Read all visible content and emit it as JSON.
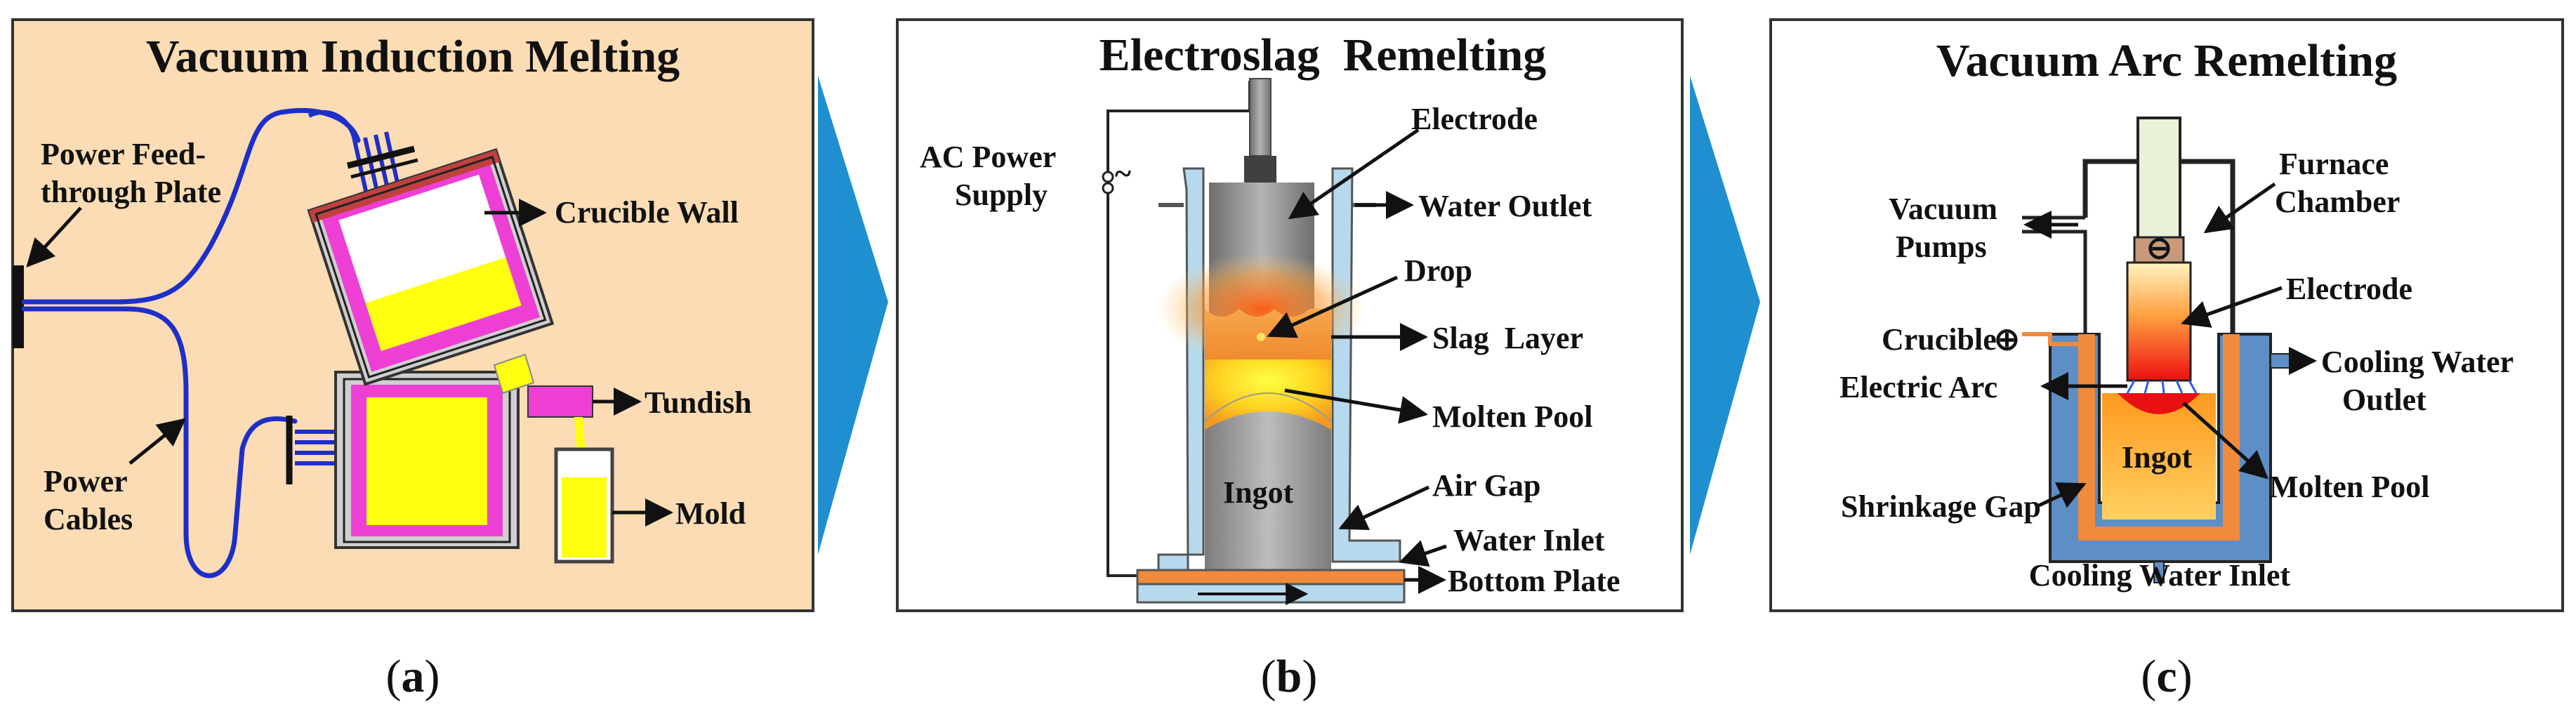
{
  "panels": {
    "a": {
      "title": "Vacuum Induction Melting",
      "caption_letter": "a",
      "labels": {
        "power_feed_1": "Power Feed-",
        "power_feed_2": "through Plate",
        "crucible_wall": "Crucible Wall",
        "tundish": "Tundish",
        "power_cables_1": "Power",
        "power_cables_2": "Cables",
        "mold": "Mold"
      }
    },
    "b": {
      "title": "Electroslag  Remelting",
      "caption_letter": "b",
      "labels": {
        "ac_power_1": "AC Power",
        "ac_power_2": "Supply",
        "ac_symbol": "~",
        "electrode": "Electrode",
        "water_outlet": "Water Outlet",
        "drop": "Drop",
        "slag_layer": "Slag  Layer",
        "molten_pool": "Molten Pool",
        "ingot": "Ingot",
        "air_gap": "Air Gap",
        "water_inlet": "Water Inlet",
        "bottom_plate": "Bottom Plate"
      }
    },
    "c": {
      "title": "Vacuum Arc Remelting",
      "caption_letter": "c",
      "labels": {
        "furnace_1": "Furnace",
        "furnace_2": "Chamber",
        "vacuum_1": "Vacuum",
        "vacuum_2": "Pumps",
        "electrode": "Electrode",
        "crucible": "Crucible",
        "cooling_outlet_1": "Cooling Water",
        "cooling_outlet_2": "Outlet",
        "electric_arc": "Electric Arc",
        "ingot": "Ingot",
        "molten_pool": "Molten Pool",
        "shrinkage_gap": "Shrinkage Gap",
        "cooling_inlet": "Cooling Water Inlet",
        "minus_sign": "⊖",
        "plus_sign": "⊕"
      }
    }
  },
  "caption_parens": {
    "open": "(",
    "close": ")"
  },
  "colors": {
    "panel_a_bg": "#fbdcb4",
    "arrow_blue": "#1f8fd0",
    "cable_blue": "#1d2fc8",
    "magenta": "#ee3fd4",
    "yellow": "#ffff10",
    "water_blue": "#b6d9ee",
    "orange": "#f08a3c"
  }
}
